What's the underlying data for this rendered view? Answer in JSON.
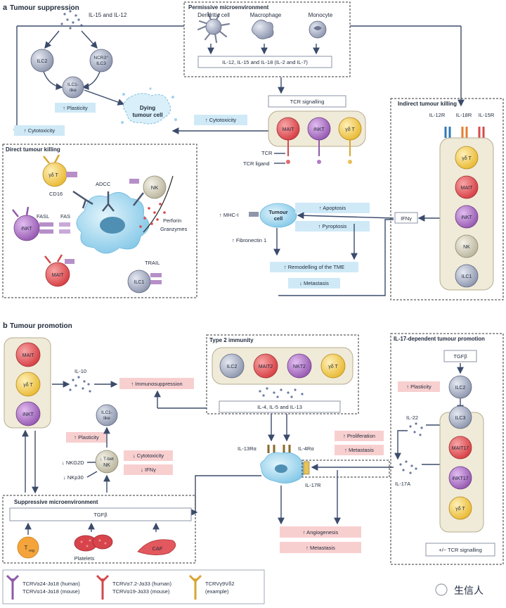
{
  "panel_a": {
    "letter": "a",
    "title": "Tumour suppression",
    "cytokines_top": "IL-15 and IL-12",
    "ilc2": "ILC2",
    "ilc3_line1": "NCR3⁺",
    "ilc3_line2": "ILC3",
    "ilc1like_line1": "ILC1-",
    "ilc1like_line2": "like",
    "plasticity": "↑ Plasticity",
    "dying_line1": "Dying",
    "dying_line2": "tumour cell",
    "cytotoxicity_left": "↑ Cytotoxicity",
    "cytotoxicity_mid": "↑ Cytotoxicity",
    "permissive": {
      "title": "Permissive microenvironment",
      "cells": [
        "Dendritic cell",
        "Macrophage",
        "Monocyte"
      ],
      "cytokines": "IL-12, IL-15 and IL-18 (IL-2 and IL-7)"
    },
    "tcr_signalling": "TCR signalling",
    "tcr_cells": [
      "MAIT",
      "iNKT",
      "γδ T"
    ],
    "tcr": "TCR",
    "tcr_ligand": "TCR ligand",
    "direct": {
      "title": "Direct tumour killing",
      "gd": "γδ T",
      "cd16": "CD16",
      "adcc": "ADCC",
      "nk": "NK",
      "fasl": "FASL",
      "fas": "FAS",
      "inkt": "iNKT",
      "perforin": "Perforin",
      "granzymes": "Granzymes",
      "mait": "MAIT",
      "trail": "TRAIL",
      "ilc1": "ILC1"
    },
    "mhc": "↑ MHC-I",
    "tumour_line1": "Tumour",
    "tumour_line2": "cell",
    "fibronectin": "↑ Fibronectin 1",
    "apoptosis": "↑ Apoptosis",
    "pyroptosis": "↑ Pyroptosis",
    "remodelling": "↑ Remodelling of the TME",
    "metastasis": "↓ Metastasis",
    "ifng": "IFNγ",
    "indirect": {
      "title": "Indirect tumour killing",
      "receptors": [
        "IL-12R",
        "IL-18R",
        "IL-15R"
      ],
      "cells": [
        "γδ T",
        "MAIT",
        "iNKT",
        "NK",
        "ILC1"
      ]
    }
  },
  "panel_b": {
    "letter": "b",
    "title": "Tumour promotion",
    "left_cells": [
      "MAIT",
      "γδ T",
      "iNKT"
    ],
    "il10": "IL-10",
    "immunosuppression": "↑ Immunosuppression",
    "ilc1like_line1": "ILC1-",
    "ilc1like_line2": "like",
    "plasticity": "↑ Plasticity",
    "tbet": "↓ T-bet",
    "nk": "NK",
    "nkg2d": "↓ NKG2D",
    "nkp30": "↓ NKp30",
    "cytotoxicity": "↓ Cytotoxicity",
    "ifng": "↓ IFNγ",
    "type2": {
      "title": "Type 2 immunity",
      "cells": [
        "ILC2",
        "MAIT2",
        "NKT2",
        "γδ T"
      ],
      "cytokines": "IL-4, IL-5 and IL-13"
    },
    "il13ra": "IL-13Rα",
    "il4ra": "IL-4Rα",
    "il17r": "IL-17R",
    "proliferation": "↑ Proliferation",
    "metastasis_up": "↑ Metastasis",
    "angiogenesis": "↑ Angiogenesis",
    "metastasis_up2": "↑ Metastasis",
    "il22": "IL-22",
    "il17a": "IL-17A",
    "il17dep": {
      "title": "IL-17-dependent tumour promotion",
      "tgfb": "TGFβ",
      "plasticity": "↑ Plasticity",
      "cells": [
        "ILC2",
        "ILC3",
        "MAIT17",
        "iNKT17",
        "γδ T"
      ],
      "tcr_signalling": "+/− TCR signalling"
    },
    "suppressive": {
      "title": "Suppressive microenvironment",
      "tgfb": "TGFβ",
      "treg": "T",
      "treg_sub": "reg",
      "platelets": "Platelets",
      "caf": "CAF"
    }
  },
  "legend": [
    {
      "line1": "TCRVα24-Jα18 (human)",
      "line2": "TCRVα14-Jα18 (mouse)",
      "color": "#8e5aa8"
    },
    {
      "line1": "TCRVα7.2-Jα33 (human)",
      "line2": "TCRVα19-Jα33 (mouse)",
      "color": "#d24a4e"
    },
    {
      "line1": "TCRVγ9Vδ2",
      "line2": "(example)",
      "color": "#d9a432"
    }
  ],
  "watermark": "生信人",
  "colors": {
    "mait": "#e05558",
    "inkt": "#a86bc0",
    "gd": "#f2c94c",
    "ilc": "#9aa3b8",
    "nk": "#d9d6c6",
    "tumour": "#a8d8ef",
    "blue_box": "#cfe9f7",
    "pink_box": "#f8cfcf"
  }
}
